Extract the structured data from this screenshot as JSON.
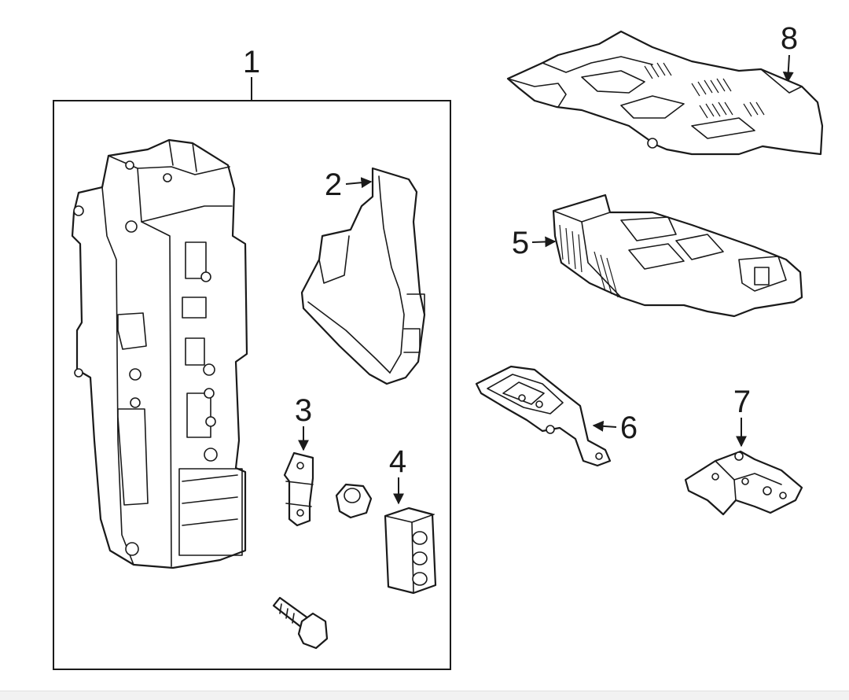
{
  "callouts": {
    "c1": "1",
    "c2": "2",
    "c3": "3",
    "c4": "4",
    "c5": "5",
    "c6": "6",
    "c7": "7",
    "c8": "8"
  },
  "colors": {
    "line": "#1a1a1a",
    "background": "#ffffff",
    "footer": "#f2f2f2"
  }
}
